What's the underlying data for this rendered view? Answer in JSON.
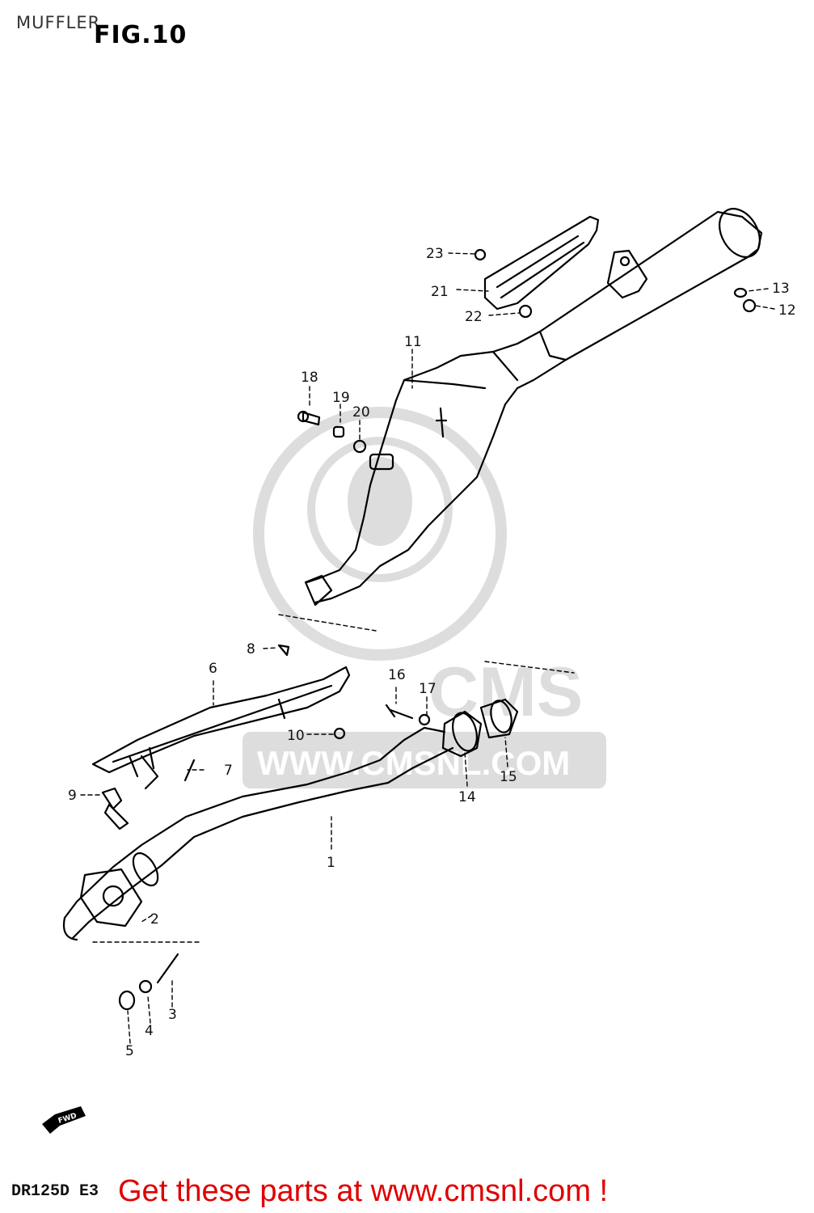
{
  "header": {
    "title": "MUFFLER",
    "figure": "FIG.10"
  },
  "watermark": {
    "brand": "CMS",
    "url": "WWW.CMSNL.COM"
  },
  "fwd_marker": "FWD",
  "callouts": {
    "1": "1",
    "2": "2",
    "3": "3",
    "4": "4",
    "5": "5",
    "6": "6",
    "7": "7",
    "8": "8",
    "9": "9",
    "10": "10",
    "11": "11",
    "12": "12",
    "13": "13",
    "14": "14",
    "15": "15",
    "16": "16",
    "17": "17",
    "18": "18",
    "19": "19",
    "20": "20",
    "21": "21",
    "22": "22",
    "23": "23"
  },
  "footer": {
    "model": "DR125D E3",
    "promo": "Get these parts at www.cmsnl.com !"
  }
}
